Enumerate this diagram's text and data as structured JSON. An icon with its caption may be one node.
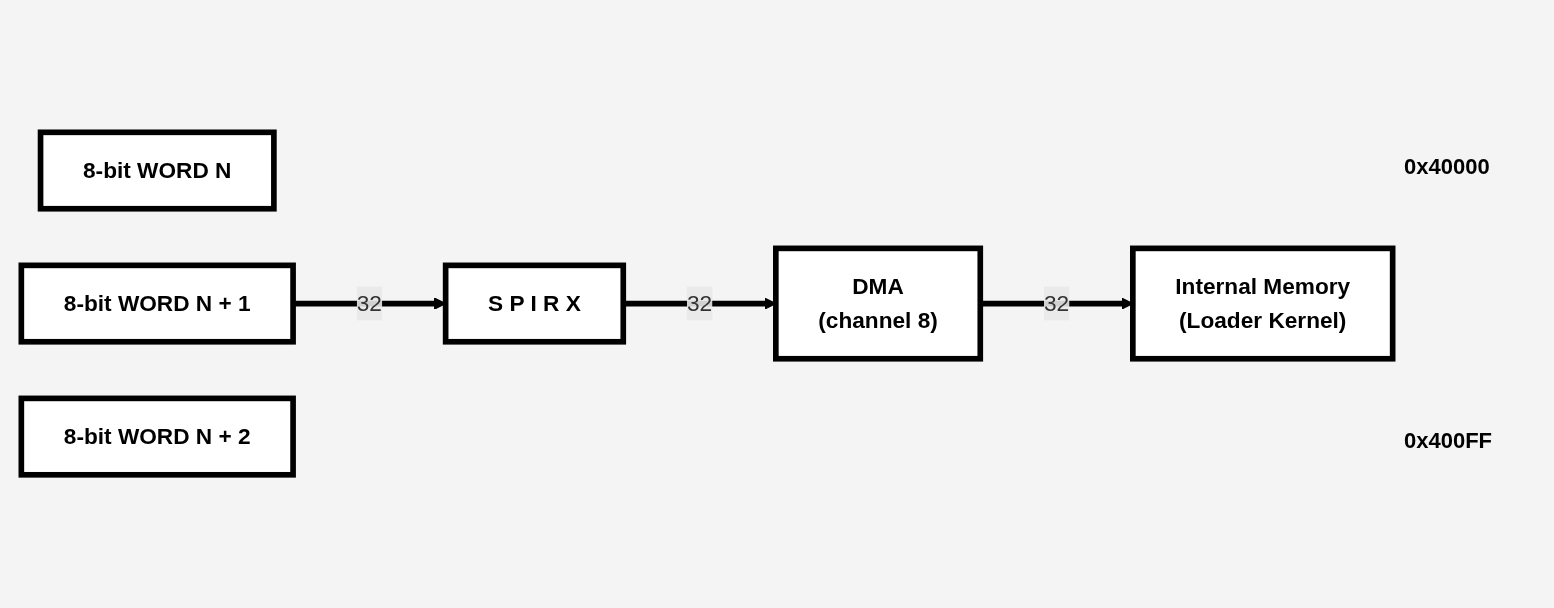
{
  "diagram": {
    "nodes": [
      {
        "text": [
          "8-bit WORD N"
        ]
      },
      {
        "text": [
          "8-bit WORD N + 1"
        ]
      },
      {
        "text": [
          "8-bit WORD N + 2"
        ]
      },
      {
        "text": [
          "S P I R X"
        ]
      },
      {
        "text": [
          "DMA",
          "(channel 8)"
        ]
      },
      {
        "text": [
          "Internal Memory",
          "(Loader Kernel)"
        ]
      }
    ],
    "edges": [
      {
        "from": 1,
        "to": 3,
        "arrow": "to",
        "label": "32"
      },
      {
        "from": 3,
        "to": 4,
        "arrow": "to",
        "label": "32"
      },
      {
        "from": 4,
        "to": 5,
        "arrow": "to",
        "label": "32"
      }
    ],
    "labels": [
      "0x40000",
      "0x400FF"
    ]
  }
}
